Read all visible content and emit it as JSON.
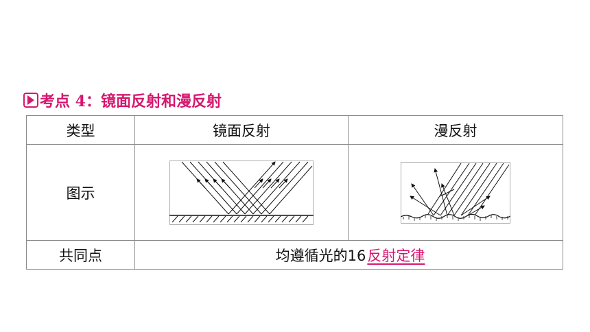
{
  "heading": {
    "text": "考点 4：镜面反射和漫反射",
    "accent_color": "#d6176f",
    "icon": "play-icon"
  },
  "table": {
    "headers": [
      "类型",
      "镜面反射",
      "漫反射"
    ],
    "figure_row_label": "图示",
    "figures": [
      {
        "name": "specular-reflection-diagram",
        "icon": "parallel-rays-mirror"
      },
      {
        "name": "diffuse-reflection-diagram",
        "icon": "scattered-rays-rough-surface"
      }
    ],
    "common_row": {
      "label": "共同点",
      "prefix": "均遵循光的",
      "blank_mark": "16",
      "answer": "反射定律"
    }
  }
}
